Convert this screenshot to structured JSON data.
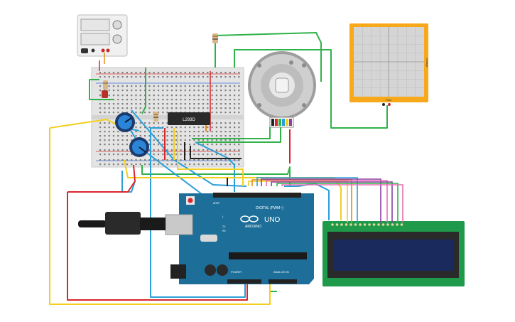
{
  "canvas": {
    "power_supply": {
      "name": "power-supply"
    },
    "oscilloscope": {
      "x_label": "Time",
      "y_label": "Voltage"
    },
    "driver_ic": {
      "label": "L293D"
    },
    "arduino": {
      "logo": "UNO",
      "brand": "ARDUINO",
      "aref": "AREF",
      "gnd": "GND",
      "digital_label": "DIGITAL (PWM~)",
      "power_label": "POWER",
      "analog_label": "ANALOG IN",
      "tx": "TX",
      "rx": "RX",
      "l": "L"
    },
    "colors": {
      "wire_green": "#2fb24a",
      "wire_blue": "#2b9fd8",
      "wire_yellow": "#f2cf1f",
      "wire_red": "#d9262c",
      "wire_black": "#222222",
      "wire_purple": "#8b3fa0",
      "wire_pink": "#e86fb2",
      "wire_orange": "#e38a1d",
      "board_teal": "#1d6f9a",
      "scope_orange": "#f7a81b",
      "lcd_green": "#1f9a4a",
      "lcd_screen": "#1b2a5c"
    }
  }
}
